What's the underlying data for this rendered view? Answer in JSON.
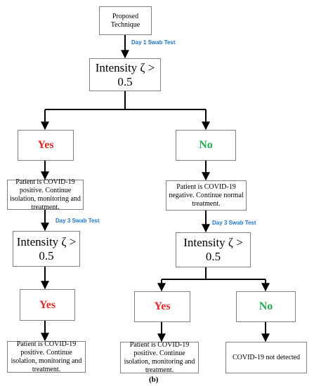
{
  "nodes": {
    "proposed": "Proposed Technique",
    "intensity_1": "Intensity ζ > 0.5",
    "yes_1": "Yes",
    "no_1": "No",
    "positive_1": "Patient is COVID-19 positive. Continue isolation, monitoring and treatment.",
    "negative_1": "Patient is COVID-19 negative. Continue normal treatment.",
    "intensity_2": "Intensity ζ > 0.5",
    "intensity_3": "Intensity ζ > 0.5",
    "yes_2": "Yes",
    "yes_3": "Yes",
    "no_2": "No",
    "positive_2": "Patient is COVID-19 positive. Continue isolation, monitoring and treatment.",
    "positive_3": "Patient is COVID-19 positive. Continue isolation, monitoring and treatment.",
    "not_detected": "COVID-19 not detected"
  },
  "edge_labels": {
    "day1": "Day 1 Swab Test",
    "day3_left": "Day 3 Swab Test",
    "day3_right": "Day 3 Swab Test"
  },
  "caption": "(b)",
  "colors": {
    "yes": "#e02b2b",
    "no": "#25a84e",
    "edge_label": "#1f74c7",
    "border": "#7f7f7f"
  }
}
